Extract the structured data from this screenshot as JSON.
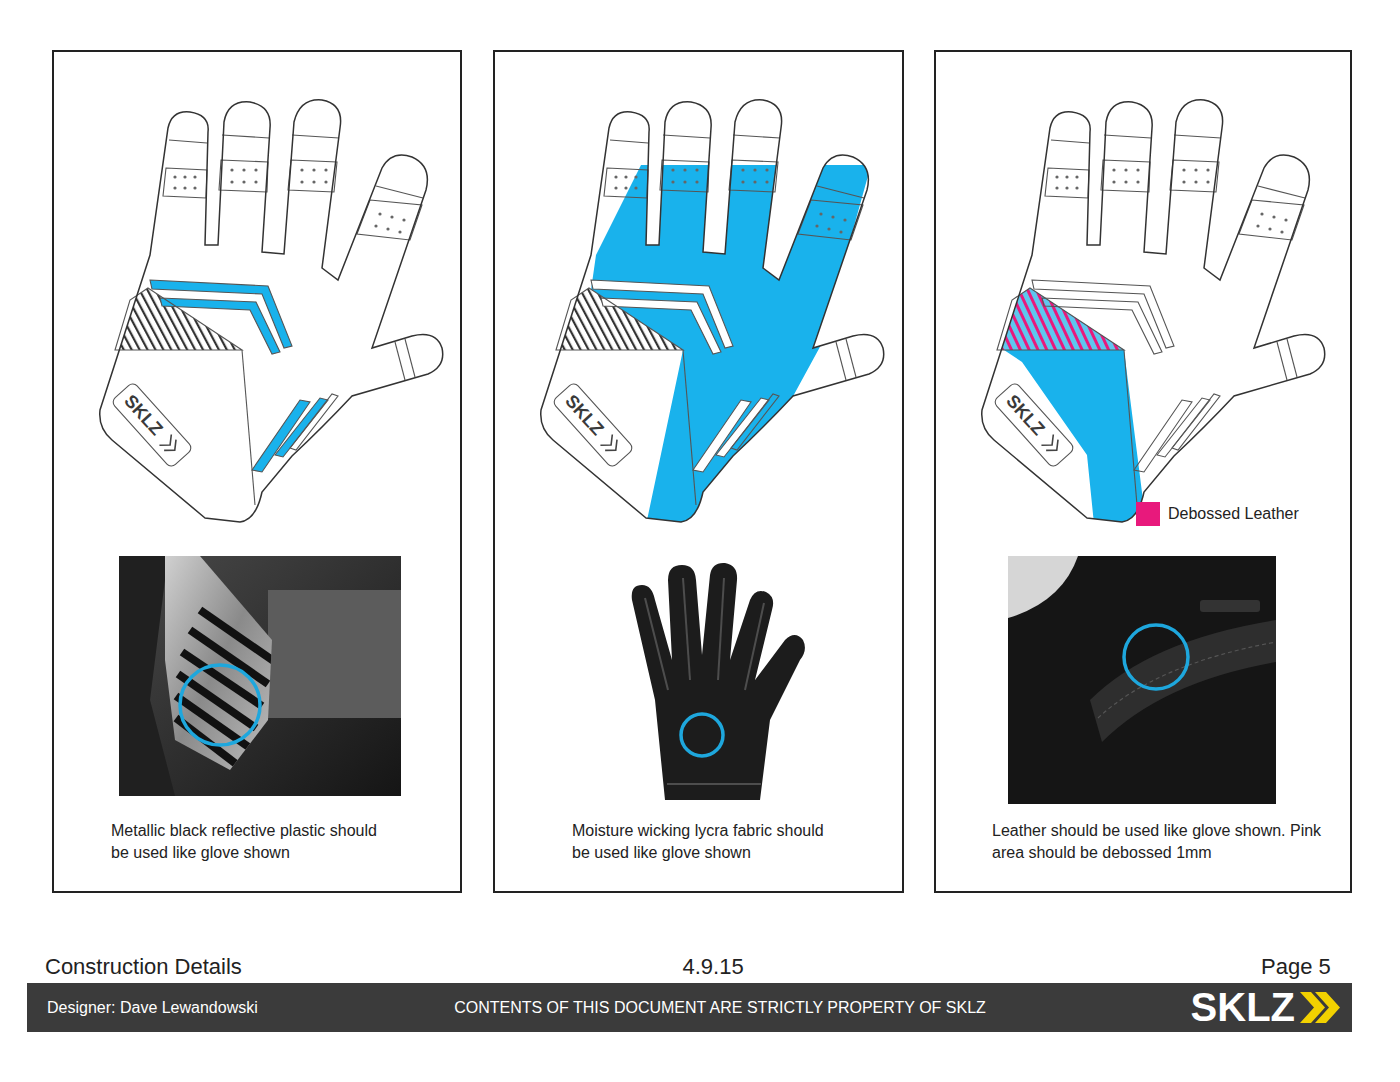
{
  "diagram": {
    "nodes": [
      {
        "text": [
          "Metallic black reflective plastic should be used like glove shown"
        ]
      },
      {
        "text": [
          "Moisture wicking lycra fabric should be used like glove shown"
        ]
      },
      {
        "text": [
          "Leather should be used like glove shown. Pink area should be debossed 1mm"
        ]
      },
      {
        "text": [
          "Designer: Dave Lewandowski",
          "CONTENTS OF THIS DOCUMENT ARE STRICTLY PROPERTY OF SKLZ",
          "SKLZ"
        ]
      }
    ],
    "labels": [
      "Construction Details",
      "4.9.15",
      "Page 5",
      "SKLZ",
      "SKLZ",
      "SKLZ"
    ],
    "legend": [
      {
        "text": "Debossed Leather",
        "color": "#e8197c"
      }
    ]
  }
}
